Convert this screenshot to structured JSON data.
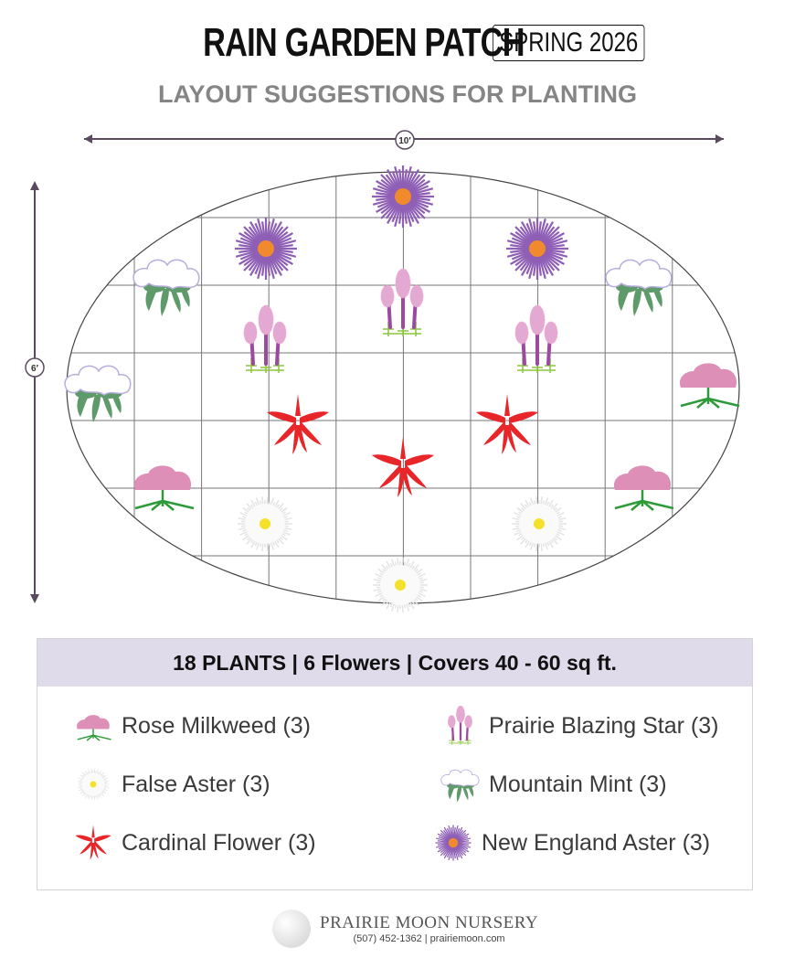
{
  "header": {
    "title": "RAIN GARDEN PATCH",
    "season": "SPRING 2026",
    "subtitle": "LAYOUT SUGGESTIONS FOR PLANTING"
  },
  "dimensions": {
    "width": "10′",
    "height": "6′"
  },
  "summary": "18 PLANTS | 6 Flowers | Covers 40 - 60 sq ft.",
  "legend": [
    {
      "icon": "rose-milkweed-icon",
      "label": "Rose Milkweed (3)"
    },
    {
      "icon": "prairie-blazing-star-icon",
      "label": "Prairie Blazing Star (3)"
    },
    {
      "icon": "false-aster-icon",
      "label": "False Aster (3)"
    },
    {
      "icon": "mountain-mint-icon",
      "label": "Mountain Mint (3)"
    },
    {
      "icon": "cardinal-flower-icon",
      "label": "Cardinal Flower (3)"
    },
    {
      "icon": "new-england-aster-icon",
      "label": "New England Aster (3)"
    }
  ],
  "colors": {
    "aster": "#8e5fb5",
    "aster_center": "#f18a2c",
    "cardinal": "#e8262a",
    "milkweed": "#dd8fb8",
    "leaf": "#5f9a6a",
    "blazing": "#e3a9d2",
    "stem": "#9b4aa0",
    "grass": "#8cc63f",
    "false_aster_center": "#f4e12a",
    "legend_band": "#dfdbea"
  },
  "footer": {
    "brand": "PRAIRIE MOON NURSERY",
    "contact": "(507) 452-1362 | prairiemoon.com"
  }
}
